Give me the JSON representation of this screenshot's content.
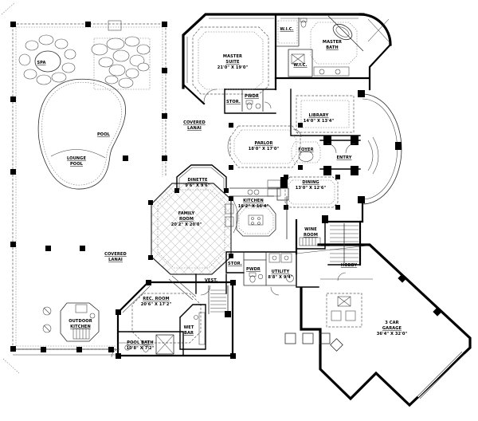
{
  "colors": {
    "ink": "#000000",
    "paper": "#ffffff"
  },
  "labels": {
    "spa": {
      "name": "SPA"
    },
    "pool": {
      "name": "POOL"
    },
    "lounge_pool": {
      "l1": "LOUNGE",
      "l2": "POOL"
    },
    "covered_lanai_top": {
      "l1": "COVERED",
      "l2": "LANAI"
    },
    "covered_lanai_left": {
      "l1": "COVERED",
      "l2": "LANAI"
    },
    "master_suite": {
      "l1": "MASTER",
      "l2": "SUITE",
      "dims": "21'0\" X 19'0\""
    },
    "stor_upper": {
      "name": "STOR."
    },
    "pwdr_upper": {
      "name": "PWDR"
    },
    "wic_1": {
      "name": "W.I.C."
    },
    "wic_2": {
      "name": "W.I.C."
    },
    "master_bath": {
      "l1": "MASTER",
      "l2": "BATH"
    },
    "library": {
      "name": "LIBRARY",
      "dims": "14'0\" X 13'4\""
    },
    "parlor": {
      "name": "PARLOR",
      "dims": "18'0\" X 17'0\""
    },
    "foyer": {
      "name": "FOYER"
    },
    "entry": {
      "name": "ENTRY"
    },
    "dining": {
      "name": "DINING",
      "dims": "13'0\" X 12'6\""
    },
    "dinette": {
      "name": "DINETTE",
      "dims": "9'6\" X 9'6\""
    },
    "kitchen": {
      "name": "KITCHEN",
      "dims": "16'2\" X 16'4\""
    },
    "family_room": {
      "l1": "FAMILY",
      "l2": "ROOM",
      "dims": "20'2\" X 20'0\""
    },
    "wine_room": {
      "l1": "WINE",
      "l2": "ROOM"
    },
    "stor_lower": {
      "name": "STOR."
    },
    "pwdr_lower": {
      "name": "PWDR"
    },
    "utility": {
      "name": "UTILITY",
      "dims": "8'8\" X 9'4\""
    },
    "hobby": {
      "name": "HOBBY"
    },
    "vest": {
      "name": "VEST."
    },
    "rec_room": {
      "name": "REC. ROOM",
      "dims": "20'6\" X 17'2\""
    },
    "outdoor_kitchen": {
      "l1": "OUTDOOR",
      "l2": "KITCHEN"
    },
    "wet_bar": {
      "l1": "WET",
      "l2": "BAR"
    },
    "pool_bath": {
      "name": "POOL BATH",
      "dims": "10'8\" X 7'2\""
    },
    "garage": {
      "l1": "3 CAR",
      "l2": "GARAGE",
      "dims": "36'4\" X 32'0\""
    }
  }
}
